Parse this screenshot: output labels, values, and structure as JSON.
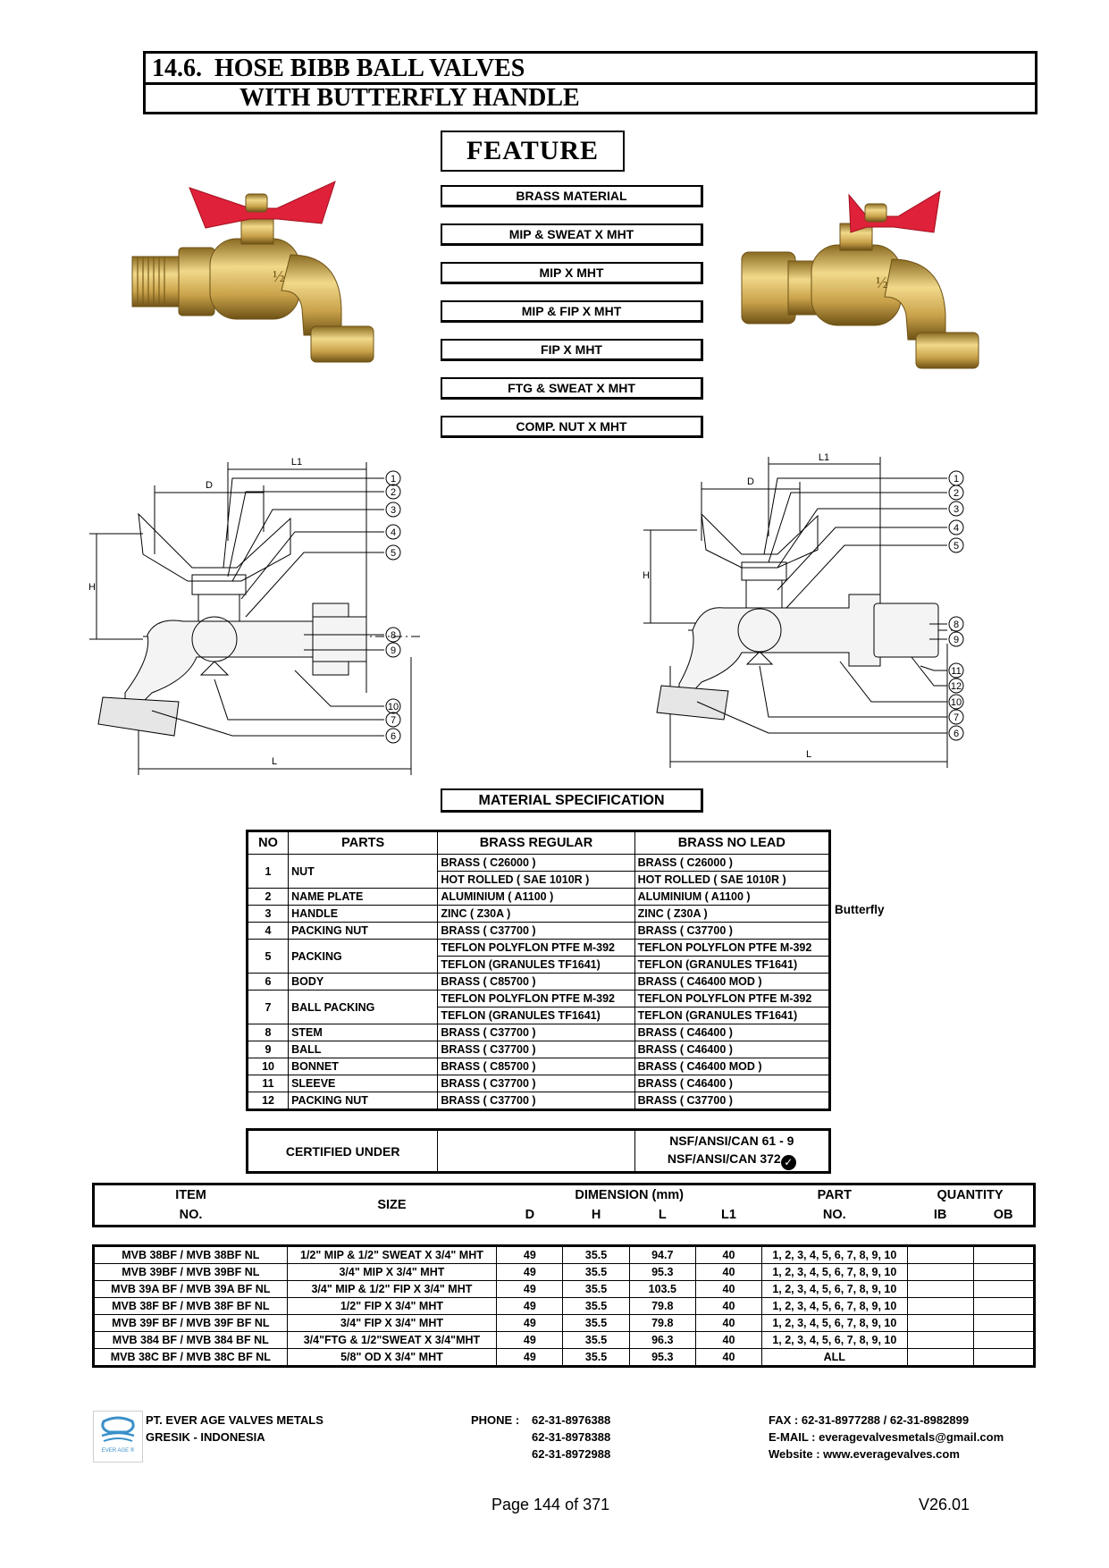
{
  "title": {
    "line1": "14.6.  HOSE BIBB BALL VALVES",
    "line2": "WITH BUTTERFLY HANDLE"
  },
  "feature": {
    "heading": "FEATURE",
    "items": [
      "BRASS MATERIAL",
      "MIP & SWEAT X MHT",
      "MIP X MHT",
      "MIP & FIP X MHT",
      "FIP X MHT",
      "FTG & SWEAT X MHT",
      "COMP. NUT X MHT"
    ]
  },
  "diagram_left": {
    "labels": {
      "l1": "L1",
      "d": "D",
      "h": "H",
      "l": "L"
    },
    "callouts": [
      "1",
      "2",
      "3",
      "4",
      "5",
      "8",
      "9",
      "10",
      "7",
      "6"
    ]
  },
  "diagram_right": {
    "labels": {
      "l1": "L1",
      "d": "D",
      "h": "H",
      "l": "L"
    },
    "callouts": [
      "1",
      "2",
      "3",
      "4",
      "5",
      "8",
      "9",
      "11",
      "12",
      "10",
      "7",
      "6"
    ]
  },
  "material_spec": {
    "heading": "MATERIAL SPECIFICATION",
    "headers": [
      "NO",
      "PARTS",
      "BRASS REGULAR",
      "BRASS NO LEAD"
    ],
    "rows": [
      {
        "no": "1",
        "part": "NUT",
        "regular": [
          "BRASS ( C26000 )",
          "HOT ROLLED ( SAE 1010R )"
        ],
        "nolead": [
          "BRASS ( C26000 )",
          "HOT ROLLED ( SAE 1010R )"
        ]
      },
      {
        "no": "2",
        "part": "NAME PLATE",
        "regular": [
          "ALUMINIUM  ( A1100 )"
        ],
        "nolead": [
          "ALUMINIUM  ( A1100 )"
        ]
      },
      {
        "no": "3",
        "part": "HANDLE",
        "regular": [
          "ZINC ( Z30A )"
        ],
        "nolead": [
          "ZINC ( Z30A )"
        ],
        "note": "Butterfly"
      },
      {
        "no": "4",
        "part": "PACKING NUT",
        "regular": [
          "BRASS ( C37700 )"
        ],
        "nolead": [
          "BRASS ( C37700 )"
        ]
      },
      {
        "no": "5",
        "part": "PACKING",
        "regular": [
          "TEFLON POLYFLON PTFE M-392",
          "TEFLON (GRANULES TF1641)"
        ],
        "nolead": [
          "TEFLON POLYFLON PTFE M-392",
          "TEFLON (GRANULES TF1641)"
        ]
      },
      {
        "no": "6",
        "part": "BODY",
        "regular": [
          "BRASS ( C85700 )"
        ],
        "nolead": [
          "BRASS ( C46400 MOD )"
        ]
      },
      {
        "no": "7",
        "part": "BALL PACKING",
        "regular": [
          "TEFLON POLYFLON PTFE M-392",
          "TEFLON (GRANULES TF1641)"
        ],
        "nolead": [
          "TEFLON POLYFLON PTFE M-392",
          "TEFLON (GRANULES TF1641)"
        ]
      },
      {
        "no": "8",
        "part": "STEM",
        "regular": [
          "BRASS ( C37700 )"
        ],
        "nolead": [
          "BRASS ( C46400 )"
        ]
      },
      {
        "no": "9",
        "part": "BALL",
        "regular": [
          "BRASS ( C37700 )"
        ],
        "nolead": [
          "BRASS ( C46400 )"
        ]
      },
      {
        "no": "10",
        "part": "BONNET",
        "regular": [
          "BRASS ( C85700 )"
        ],
        "nolead": [
          "BRASS ( C46400 MOD )"
        ]
      },
      {
        "no": "11",
        "part": "SLEEVE",
        "regular": [
          "BRASS ( C37700 )"
        ],
        "nolead": [
          "BRASS ( C46400 )"
        ]
      },
      {
        "no": "12",
        "part": "PACKING NUT",
        "regular": [
          "BRASS ( C37700 )"
        ],
        "nolead": [
          "BRASS ( C37700 )"
        ]
      }
    ],
    "certified": {
      "label": "CERTIFIED UNDER",
      "regular": "",
      "nolead_line1": "NSF/ANSI/CAN 61 - 9",
      "nolead_line2": "NSF/ANSI/CAN 372"
    }
  },
  "items": {
    "headers": {
      "item": "ITEM",
      "no": "NO.",
      "size": "SIZE",
      "dimension": "DIMENSION (mm)",
      "d": "D",
      "h": "H",
      "l": "L",
      "l1": "L1",
      "part": "PART",
      "part_no": "NO.",
      "quantity": "QUANTITY",
      "ib": "IB",
      "ob": "OB"
    },
    "rows": [
      {
        "item": "MVB 38BF / MVB 38BF NL",
        "size": "1/2\" MIP & 1/2\" SWEAT X 3/4\" MHT",
        "d": "49",
        "h": "35.5",
        "l": "94.7",
        "l1": "40",
        "part": "1, 2, 3, 4, 5, 6, 7, 8, 9, 10"
      },
      {
        "item": "MVB 39BF / MVB 39BF NL",
        "size": "3/4\" MIP X 3/4\" MHT",
        "d": "49",
        "h": "35.5",
        "l": "95.3",
        "l1": "40",
        "part": "1, 2, 3, 4, 5, 6, 7, 8, 9, 10"
      },
      {
        "item": "MVB 39A BF / MVB 39A BF NL",
        "size": "3/4\" MIP & 1/2\" FIP X 3/4\" MHT",
        "d": "49",
        "h": "35.5",
        "l": "103.5",
        "l1": "40",
        "part": "1, 2, 3, 4, 5, 6, 7, 8, 9, 10"
      },
      {
        "item": "MVB 38F BF / MVB 38F BF NL",
        "size": "1/2\" FIP X 3/4\" MHT",
        "d": "49",
        "h": "35.5",
        "l": "79.8",
        "l1": "40",
        "part": "1, 2, 3, 4, 5, 6, 7, 8, 9, 10"
      },
      {
        "item": "MVB 39F BF / MVB 39F BF NL",
        "size": "3/4\" FIP X 3/4\" MHT",
        "d": "49",
        "h": "35.5",
        "l": "79.8",
        "l1": "40",
        "part": "1, 2, 3, 4, 5, 6, 7, 8, 9, 10"
      },
      {
        "item": "MVB 384 BF / MVB 384 BF NL",
        "size": "3/4\"FTG & 1/2\"SWEAT X 3/4\"MHT",
        "d": "49",
        "h": "35.5",
        "l": "96.3",
        "l1": "40",
        "part": "1, 2, 3, 4, 5, 6, 7, 8, 9, 10"
      },
      {
        "item": "MVB 38C BF / MVB 38C BF NL",
        "size": "5/8\" OD X 3/4\" MHT",
        "d": "49",
        "h": "35.5",
        "l": "95.3",
        "l1": "40",
        "part": "ALL"
      }
    ]
  },
  "footer": {
    "company": "PT. EVER AGE VALVES METALS",
    "location": "GRESIK - INDONESIA",
    "logo_text": "EVER AGE ®",
    "phone_label": "PHONE :",
    "phones": [
      "62-31-8976388",
      "62-31-8978388",
      "62-31-8972988"
    ],
    "fax": "FAX  : 62-31-8977288 / 62-31-8982899",
    "email": "E-MAIL  : everagevalvesmetals@gmail.com",
    "website": "Website  : www.everagevalves.com",
    "page": "Page 144 of 371",
    "version": "V26.01"
  },
  "colors": {
    "brass": "#c9a24a",
    "handle_red": "#e0213a",
    "logo_blue": "#3a8fc8"
  }
}
